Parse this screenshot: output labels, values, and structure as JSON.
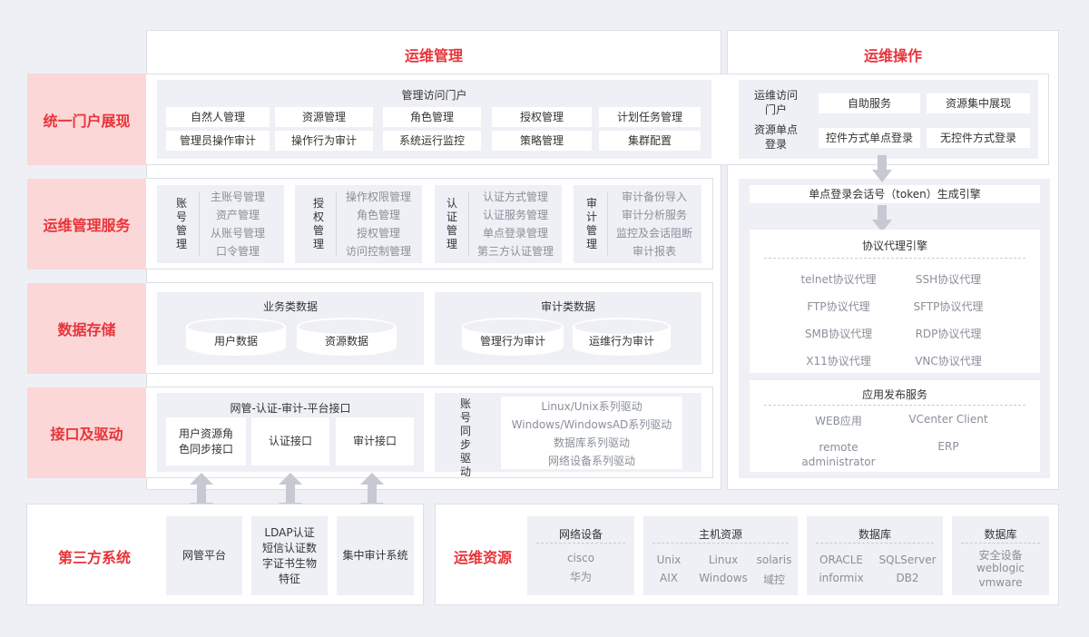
{
  "headers": {
    "ops_mgmt": "运维管理",
    "ops_exec": "运维操作"
  },
  "rows": {
    "portal": "统一门户展现",
    "service": "运维管理服务",
    "storage": "数据存储",
    "interface": "接口及驱动"
  },
  "portal": {
    "title": "管理访问门户",
    "row1": [
      "自然人管理",
      "资源管理",
      "角色管理",
      "授权管理",
      "计划任务管理"
    ],
    "row2": [
      "管理员操作审计",
      "操作行为审计",
      "系统运行监控",
      "策略管理",
      "集群配置"
    ]
  },
  "ops_portal": {
    "label1": "运维访问门户",
    "label2": "资源单点登录",
    "btn1": "自助服务",
    "btn2": "资源集中展现",
    "btn3": "控件方式单点登录",
    "btn4": "无控件方式登录"
  },
  "service_groups": [
    {
      "title": "账号管理",
      "items": [
        "主账号管理",
        "资产管理",
        "从账号管理",
        "口令管理"
      ]
    },
    {
      "title": "授权管理",
      "items": [
        "操作权限管理",
        "角色管理",
        "授权管理",
        "访问控制管理"
      ]
    },
    {
      "title": "认证管理",
      "items": [
        "认证方式管理",
        "认证服务管理",
        "单点登录管理",
        "第三方认证管理"
      ]
    },
    {
      "title": "审计管理",
      "items": [
        "审计备份导入",
        "审计分析服务",
        "监控及会话阻断",
        "审计报表"
      ]
    }
  ],
  "storage": {
    "biz_title": "业务类数据",
    "biz_items": [
      "用户数据",
      "资源数据"
    ],
    "audit_title": "审计类数据",
    "audit_items": [
      "管理行为审计",
      "运维行为审计"
    ]
  },
  "interface": {
    "title": "网管-认证-审计-平台接口",
    "items": [
      "用户资源角色同步接口",
      "认证接口",
      "审计接口"
    ],
    "sync_title": "账号同步驱动",
    "drivers": [
      "Linux/Unix系列驱动",
      "Windows/WindowsAD系列驱动",
      "数据库系列驱动",
      "网络设备系列驱动"
    ]
  },
  "engine": {
    "token": "单点登录会话号（token）生成引擎",
    "proxy_title": "协议代理引擎",
    "proxies": [
      "telnet协议代理",
      "SSH协议代理",
      "FTP协议代理",
      "SFTP协议代理",
      "SMB协议代理",
      "RDP协议代理",
      "X11协议代理",
      "VNC协议代理"
    ],
    "app_title": "应用发布服务",
    "apps": [
      "WEB应用",
      "VCenter Client",
      "remote administrator",
      "ERP"
    ]
  },
  "third_party": {
    "title": "第三方系统",
    "items": [
      "网管平台",
      "LDAP认证短信认证数字证书生物特征",
      "集中审计系统"
    ]
  },
  "resources": {
    "title": "运维资源",
    "groups": [
      {
        "title": "网络设备",
        "items": [
          "cisco",
          "华为"
        ]
      },
      {
        "title": "主机资源",
        "items": [
          "Unix",
          "Linux",
          "solaris",
          "AIX",
          "Windows",
          "域控"
        ]
      },
      {
        "title": "数据库",
        "items": [
          "ORACLE",
          "SQLServer",
          "informix",
          "DB2"
        ]
      },
      {
        "title": "数据库",
        "items": [
          "安全设备",
          "weblogic",
          "vmware"
        ]
      }
    ]
  },
  "colors": {
    "accent": "#e8343a",
    "label_bg": "#fbd7d7",
    "panel_bg": "#eef0f5"
  }
}
